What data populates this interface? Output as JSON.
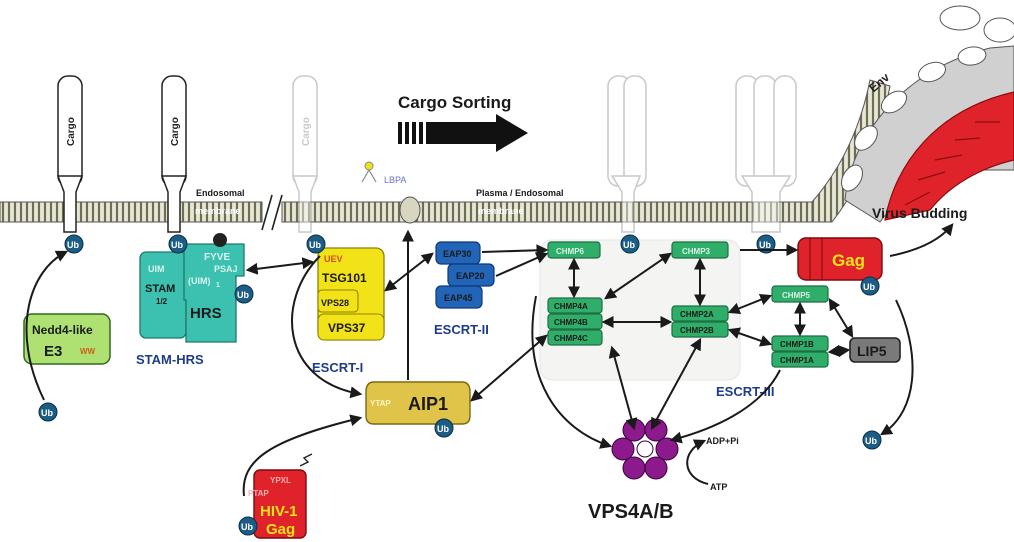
{
  "colors": {
    "membrane_stripe": "#6e6e52",
    "membrane_bg": "#e8e6d6",
    "ub_fill": "#1c5d86",
    "escrt1_yellow": "#f2e218",
    "escrt2_blue": "#2265b8",
    "escrt3_green": "#2fae6a",
    "stam_teal": "#3cc0b0",
    "nedd4_green": "#aee072",
    "aip1_gold": "#e0c449",
    "hiv_red": "#e0232a",
    "gag_red": "#e0232a",
    "vps4_purple": "#8c1a8c",
    "label_blue": "#1e3c8c",
    "lip5_gray": "#7a7a7a"
  },
  "header": {
    "cargo_sorting": "Cargo Sorting"
  },
  "cargo": {
    "label": "Cargo"
  },
  "membrane": {
    "endosomal": "Endosomal",
    "membrane_word": "membrane",
    "plasma_endosomal": "Plasma / Endosomal",
    "lbpa": "LBPA",
    "virus_budding": "Virus Budding",
    "env": "Env"
  },
  "ub": "Ub",
  "nedd4": {
    "line1": "Nedd4-like",
    "line2": "E3",
    "ww": "WW"
  },
  "stam_hrs": {
    "uim": "UIM",
    "stam": "STAM",
    "stam_sub": "1/2",
    "fyve": "FYVE",
    "psaj": "PSAJ",
    "uim_hrs": "(UIM)",
    "uim_sub": "1",
    "hrs": "HRS",
    "complex_label": "STAM-HRS"
  },
  "escrt1": {
    "uev": "UEV",
    "tsg101": "TSG101",
    "vps28": "VPS28",
    "vps37": "VPS37",
    "label": "ESCRT-I"
  },
  "escrt2": {
    "eap30": "EAP30",
    "eap20": "EAP20",
    "eap45": "EAP45",
    "label": "ESCRT-II"
  },
  "escrt3": {
    "chmp6": "CHMP6",
    "chmp4a": "CHMP4A",
    "chmp4b": "CHMP4B",
    "chmp4c": "CHMP4C",
    "chmp3": "CHMP3",
    "chmp2a": "CHMP2A",
    "chmp2b": "CHMP2B",
    "chmp5": "CHMP5",
    "chmp1b": "CHMP1B",
    "chmp1a": "CHMP1A",
    "lip5": "LIP5",
    "label": "ESCRT-III"
  },
  "aip1": {
    "ytap": "YTAP",
    "label": "AIP1"
  },
  "hiv_gag": {
    "ypxl": "YPXL",
    "ptap": "PTAP",
    "line1": "HIV-1",
    "line2": "Gag"
  },
  "gag": {
    "label": "Gag"
  },
  "vps4": {
    "label": "VPS4A/B",
    "adp": "ADP+Pi",
    "atp": "ATP"
  }
}
